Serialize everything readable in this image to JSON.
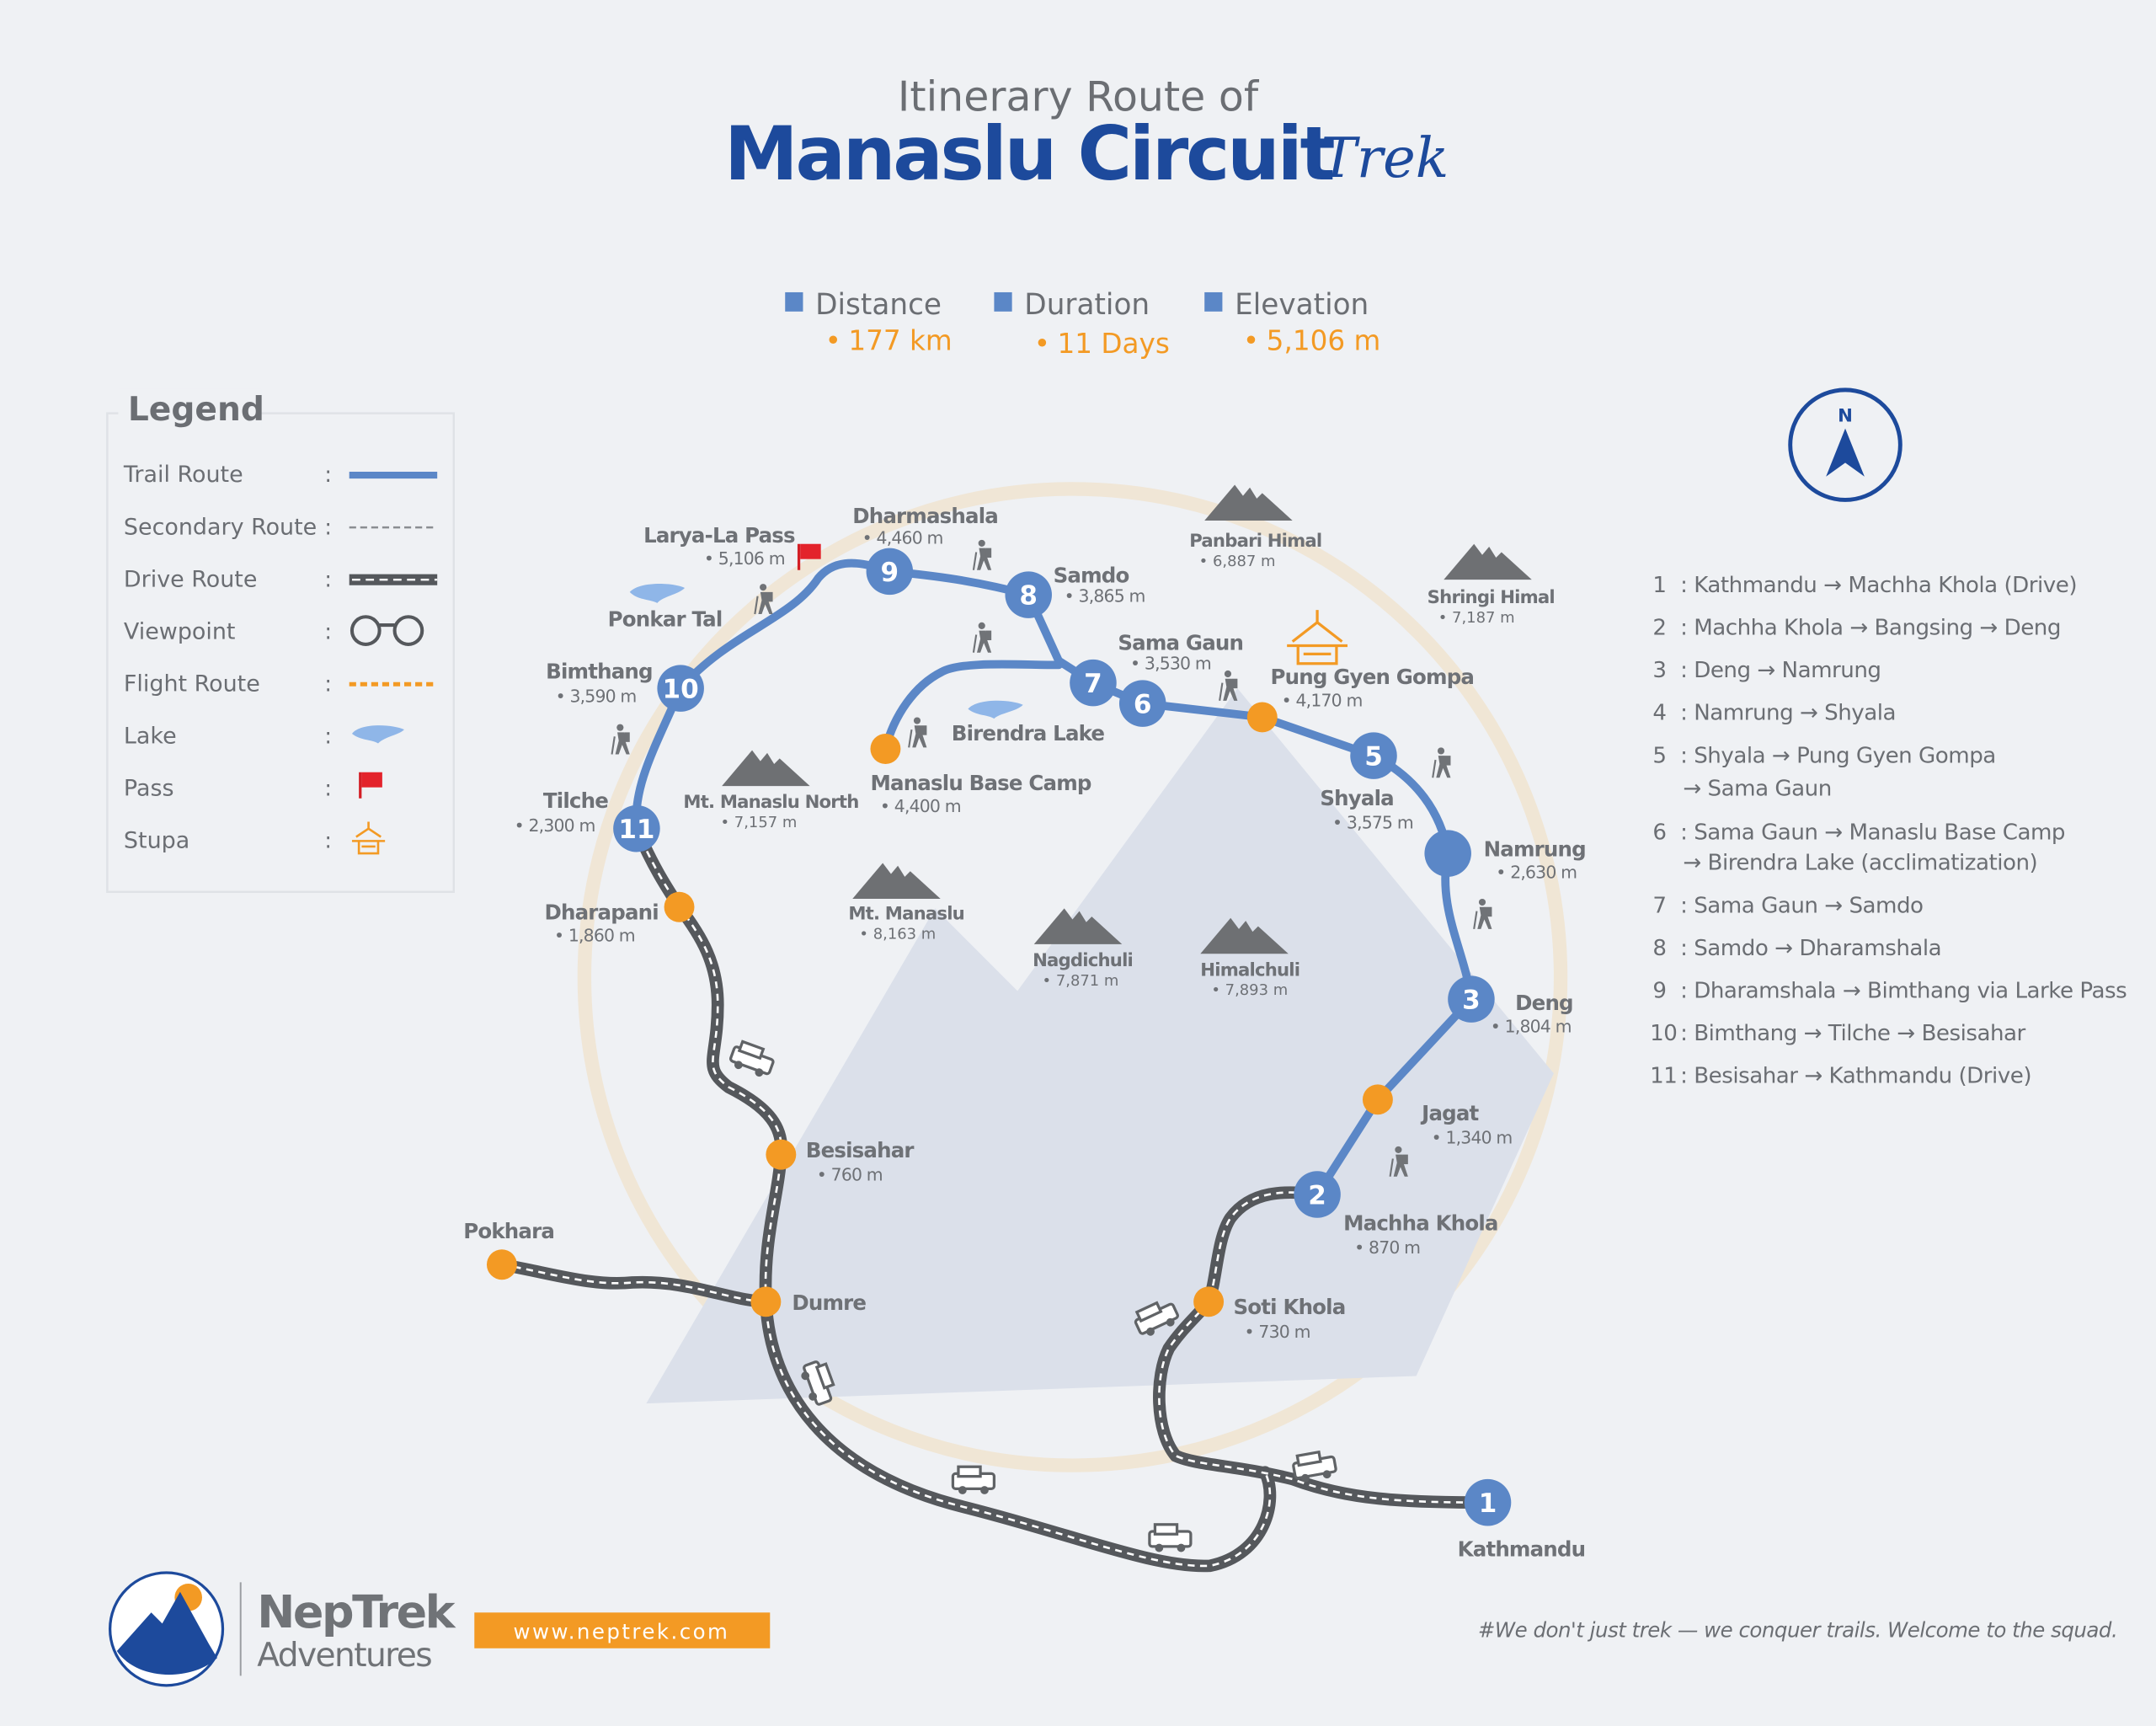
{
  "header": {
    "subtitle": "Itinerary Route of",
    "title": "Manaslu Circuit",
    "title_script": "Trek"
  },
  "stats": [
    {
      "label": "Distance",
      "value": "177 km"
    },
    {
      "label": "Duration",
      "value": "11 Days"
    },
    {
      "label": "Elevation",
      "value": "5,106 m"
    }
  ],
  "legend": {
    "title": "Legend",
    "items": [
      {
        "label": "Trail Route",
        "icon": "trail-line"
      },
      {
        "label": "Secondary Route",
        "icon": "dashed-line"
      },
      {
        "label": "Drive Route",
        "icon": "road-line"
      },
      {
        "label": "Viewpoint",
        "icon": "binoculars"
      },
      {
        "label": "Flight Route",
        "icon": "orange-dashed-line"
      },
      {
        "label": "Lake",
        "icon": "lake"
      },
      {
        "label": "Pass",
        "icon": "red-flag"
      },
      {
        "label": "Stupa",
        "icon": "stupa"
      }
    ]
  },
  "compass": {
    "label": "N"
  },
  "itinerary": [
    {
      "n": "1",
      "text": ": Kathmandu → Machha Khola  (Drive)"
    },
    {
      "n": "2",
      "text": ": Machha Khola → Bangsing → Deng"
    },
    {
      "n": "3",
      "text": ": Deng → Namrung"
    },
    {
      "n": "4",
      "text": ": Namrung → Shyala"
    },
    {
      "n": "5",
      "text": ": Shyala → Pung Gyen Gompa",
      "text2": "→ Sama Gaun"
    },
    {
      "n": "6",
      "text": ": Sama Gaun → Manaslu Base Camp",
      "text2": "→ Birendra Lake (acclimatization)"
    },
    {
      "n": "7",
      "text": ": Sama Gaun → Samdo"
    },
    {
      "n": "8",
      "text": ": Samdo → Dharamshala"
    },
    {
      "n": "9",
      "text": ": Dharamshala → Bimthang via Larke Pass"
    },
    {
      "n": "10",
      "text": ": Bimthang → Tilche → Besisahar"
    },
    {
      "n": "11",
      "text": ": Besisahar → Kathmandu (Drive)"
    }
  ],
  "stops": [
    {
      "n": "1",
      "name": "Kathmandu",
      "alt": ""
    },
    {
      "n": "2",
      "name": "Machha Khola",
      "alt": "870 m"
    },
    {
      "n": "3",
      "name": "Deng",
      "alt": "1,804 m"
    },
    {
      "n": "",
      "name": "Namrung",
      "alt": "2,630 m"
    },
    {
      "n": "5",
      "name": "Shyala",
      "alt": "3,575  m"
    },
    {
      "n": "6",
      "name": "Sama Gaun",
      "alt": "3,530 m"
    },
    {
      "n": "7",
      "name": "",
      "alt": ""
    },
    {
      "n": "8",
      "name": "Samdo",
      "alt": "3,865 m"
    },
    {
      "n": "9",
      "name": "Dharmashala",
      "alt": "4,460 m"
    },
    {
      "n": "10",
      "name": "Bimthang",
      "alt": "3,590 m"
    },
    {
      "n": "11",
      "name": "Tilche",
      "alt": "2,300 m"
    }
  ],
  "places": [
    {
      "name": "Pung Gyen Gompa",
      "alt": "4,170 m"
    },
    {
      "name": "Manaslu Base Camp",
      "alt": "4,400 m"
    },
    {
      "name": "Dharapani",
      "alt": "1,860 m"
    },
    {
      "name": "Besisahar",
      "alt": "760 m"
    },
    {
      "name": "Dumre",
      "alt": ""
    },
    {
      "name": "Pokhara",
      "alt": ""
    },
    {
      "name": "Soti Khola",
      "alt": "730 m"
    },
    {
      "name": "Jagat",
      "alt": "1,340 m"
    },
    {
      "name": "Larya-La Pass",
      "alt": "5,106 m"
    }
  ],
  "lakes": [
    {
      "name": "Ponkar Tal"
    },
    {
      "name": "Birendra Lake"
    }
  ],
  "mountains": [
    {
      "name": "Panbari Himal",
      "alt": "6,887 m"
    },
    {
      "name": "Shringi Himal",
      "alt": "7,187 m"
    },
    {
      "name": "Mt. Manaslu North",
      "alt": "7,157 m"
    },
    {
      "name": "Mt. Manaslu",
      "alt": "8,163 m"
    },
    {
      "name": "Nagdichuli",
      "alt": "7,871 m"
    },
    {
      "name": "Himalchuli",
      "alt": "7,893 m"
    }
  ],
  "brand": {
    "name_line1": "NepTrek",
    "name_line2": "Adventures",
    "website": "www.neptrek.com"
  },
  "tagline": "#We don't just trek — we conquer trails. Welcome to the squad.",
  "colors": {
    "blue": "#1d4a9c",
    "trail": "#5b87c7",
    "orange": "#f39a24",
    "road": "#55585c",
    "text": "#6b6e73"
  }
}
